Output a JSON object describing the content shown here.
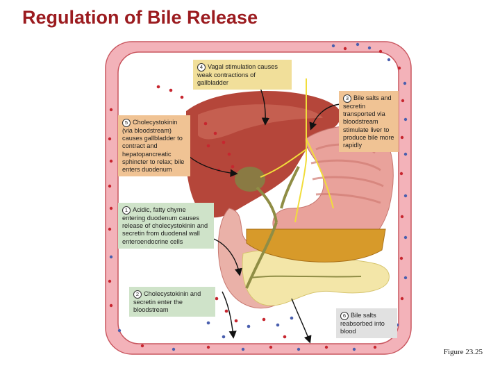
{
  "slide": {
    "title": "Regulation of Bile Release"
  },
  "steps": [
    {
      "number": "1",
      "text": "Acidic, fatty chyme entering duodenum causes release of cholecystokinin and secretin from duodenal wall enteroendocrine cells"
    },
    {
      "number": "2",
      "text": "Cholecystokinin and secretin enter the bloodstream"
    },
    {
      "number": "3",
      "text": "Bile salts and secretin transported via bloodstream stimulate liver to produce bile more rapidly"
    },
    {
      "number": "4",
      "text": "Vagal stimulation causes weak contractions of gallbladder"
    },
    {
      "number": "5",
      "text": "Cholecystokinin (via bloodstream) causes gallbladder to contract and hepatopancreatic sphincter to relax; bile enters duodenum"
    },
    {
      "number": "6",
      "text": "Bile salts reabsorbed into blood"
    }
  ],
  "caption": "Figure 23.25",
  "colors": {
    "title": "#9b1b1f",
    "vessel": "#f3b2b9",
    "vessel_edge": "#c9565f",
    "liver": "#b5463a",
    "stomach": "#e9a29b",
    "gallbladder": "#8a7a43",
    "nerve": "#f1dd3b",
    "bile_duct": "#8f8d45",
    "pancreas": "#f3e6a8",
    "red_dot": "#c7262f",
    "blue_dot": "#4a5fae"
  }
}
